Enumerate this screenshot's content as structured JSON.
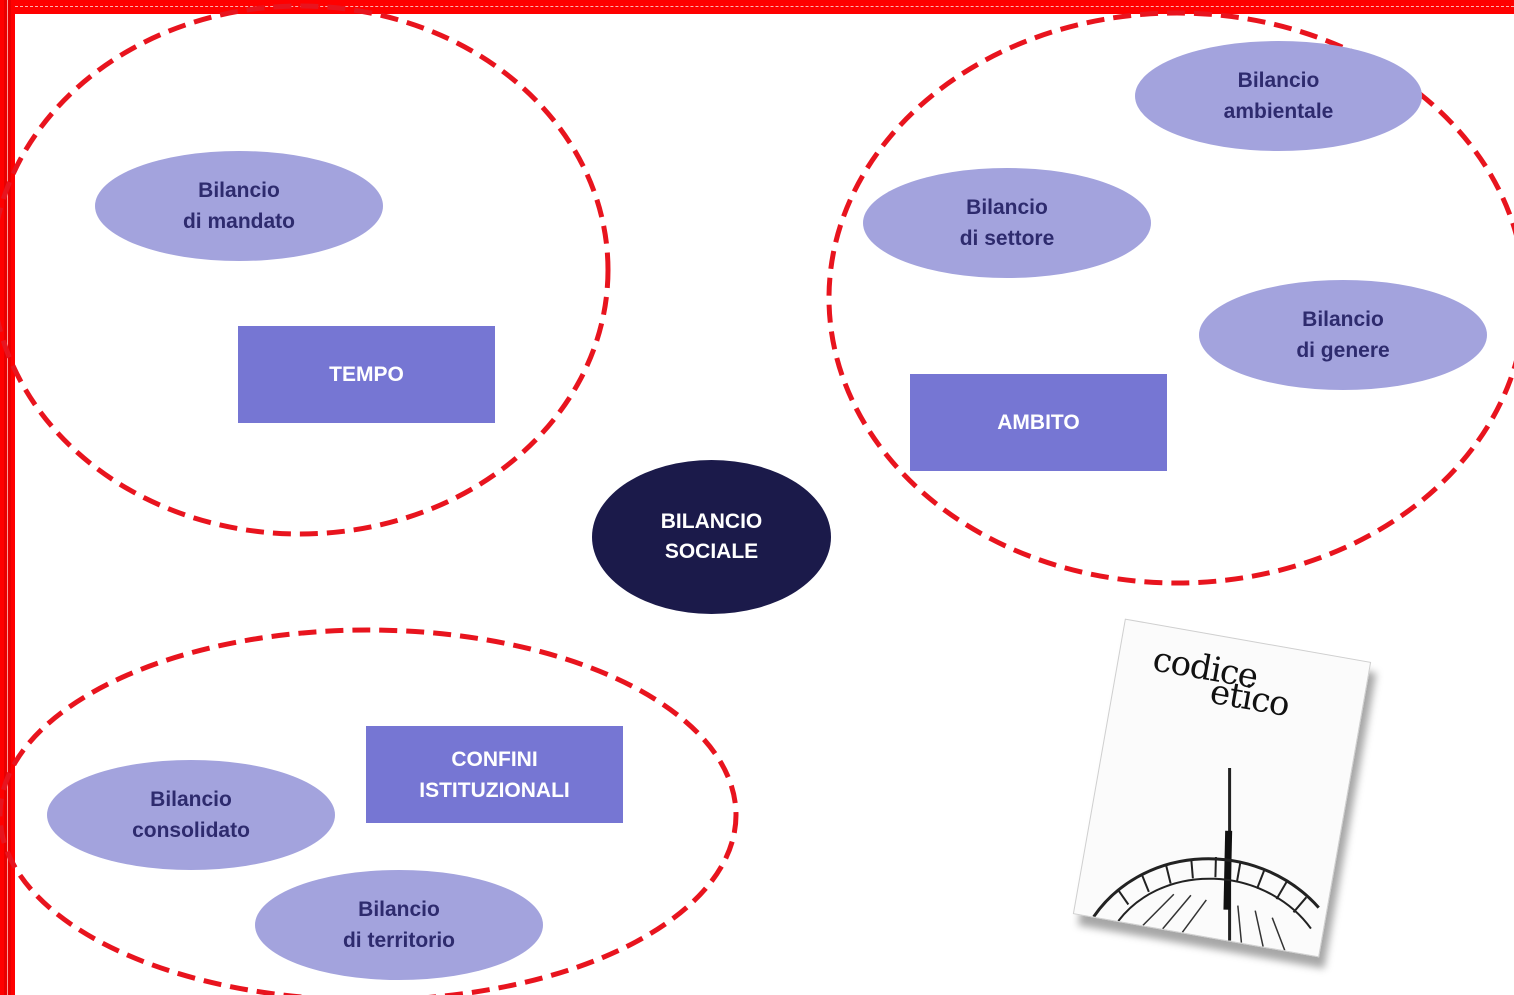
{
  "center": {
    "line1": "BILANCIO",
    "line2": "SOCIALE"
  },
  "groups": [
    {
      "label_lines": [
        "TEMPO"
      ],
      "items": [
        {
          "line1": "Bilancio",
          "line2": "di mandato"
        }
      ]
    },
    {
      "label_lines": [
        "AMBITO"
      ],
      "items": [
        {
          "line1": "Bilancio",
          "line2": "ambientale"
        },
        {
          "line1": "Bilancio",
          "line2": "di settore"
        },
        {
          "line1": "Bilancio",
          "line2": "di genere"
        }
      ]
    },
    {
      "label_lines": [
        "CONFINI",
        "ISTITUZIONALI"
      ],
      "items": [
        {
          "line1": "Bilancio",
          "line2": "consolidato"
        },
        {
          "line1": "Bilancio",
          "line2": "di territorio"
        }
      ]
    }
  ],
  "book": {
    "title_word1": "codice",
    "title_word2": "etico"
  },
  "colors": {
    "frame": "#ff0000",
    "dashed_outline": "#e8141e",
    "bubble_fill": "#a3a3dd",
    "bubble_text": "#2e2b6e",
    "box_fill": "#7676d3",
    "center_fill": "#1b1a4a"
  }
}
